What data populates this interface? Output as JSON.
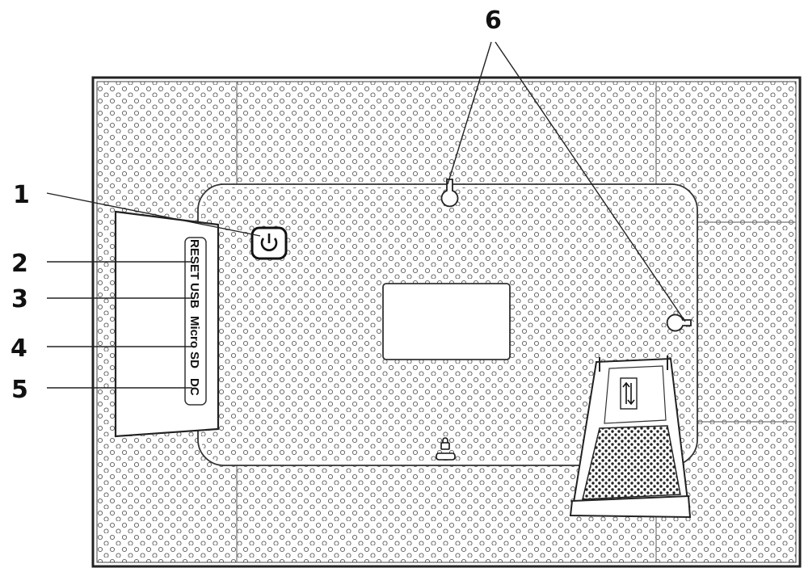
{
  "callouts": {
    "power": "1",
    "reset": "2",
    "usb": "3",
    "microsd": "4",
    "dc": "5",
    "wall_mount": "6"
  },
  "ports": {
    "reset": "RESET",
    "usb": "USB",
    "microsd": "Micro SD",
    "dc": "DC"
  },
  "icons": {
    "power": "power-icon",
    "lock": "lock-icon",
    "stand_arrow": "double-arrow-icon"
  },
  "colors": {
    "line": "#1a1a1a",
    "background": "#ffffff",
    "holes": "#555555"
  }
}
